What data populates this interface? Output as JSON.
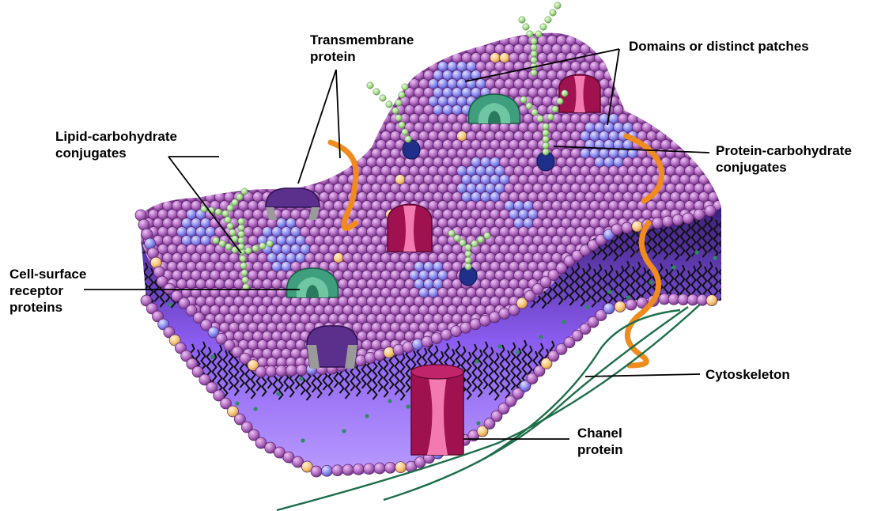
{
  "labels": {
    "transmembrane": [
      "Transmembrane",
      "protein"
    ],
    "domains": [
      "Domains or distinct patches"
    ],
    "lipid_carb": [
      "Lipid-carbohydrate",
      "conjugates"
    ],
    "protein_carb": [
      "Protein-carbohydrate",
      "conjugates"
    ],
    "cell_surface": [
      "Cell-surface",
      "receptor",
      "proteins"
    ],
    "cytoskeleton": [
      "Cytoskeleton"
    ],
    "channel": [
      "Chanel",
      "protein"
    ]
  },
  "colors": {
    "lipid_head": "#b56fc4",
    "lipid_head_dark": "#6d2f7f",
    "lipid_head_light": "#e2b5ec",
    "patch_head": "#8f8ff0",
    "cholesterol_head": "#f6c77a",
    "inner_layer": "#8a5cf0",
    "tail": "#111111",
    "transmembrane": "#5b2f8c",
    "receptor": "#3f9e7e",
    "channel": "#a0124f",
    "channel_light": "#f27ab0",
    "carbohydrate": "#a8dc8e",
    "glyco_anchor": "#1f2f8a",
    "peripheral": "#f08c1e",
    "cytoskeleton": "#1e6e4a"
  }
}
